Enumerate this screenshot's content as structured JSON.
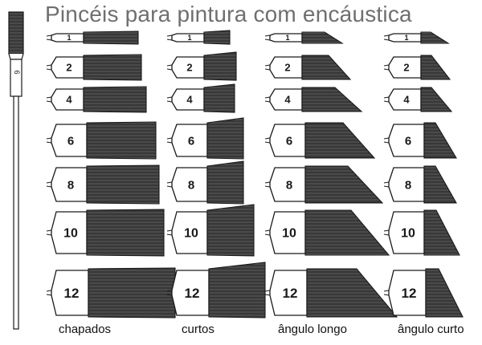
{
  "title": "Pincéis para pintura com encáustica",
  "columns": [
    {
      "label": "chapados",
      "shape": "flat"
    },
    {
      "label": "curtos",
      "shape": "short"
    },
    {
      "label": "ângulo longo",
      "shape": "angle-long"
    },
    {
      "label": "ângulo curto",
      "shape": "angle-short"
    }
  ],
  "sizes": [
    "1",
    "2",
    "4",
    "6",
    "8",
    "10",
    "12"
  ],
  "tall_brush_label": "6",
  "colors": {
    "ink": "#1a1a1a",
    "bristle": "#3a3a3a",
    "title": "#6f6f6f"
  }
}
